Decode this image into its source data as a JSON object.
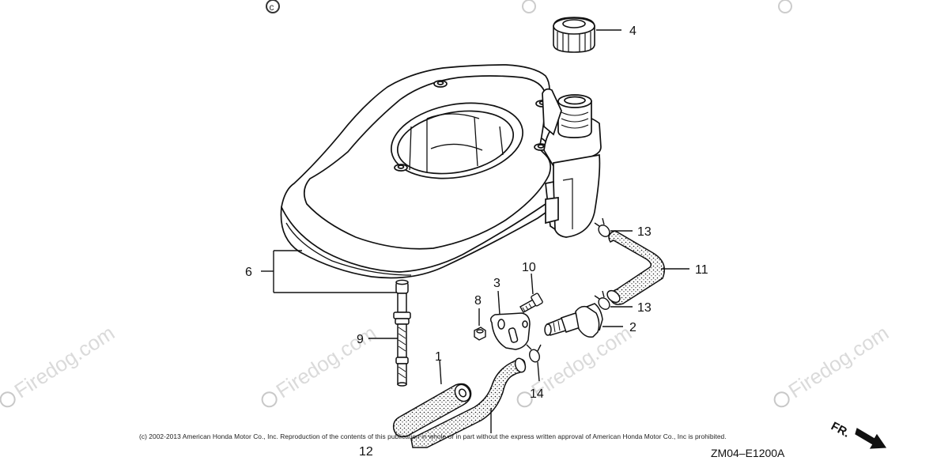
{
  "diagram": {
    "watermark": "Firedog.com",
    "copyright": "(c) 2002-2013 American Honda Motor Co., Inc. Reproduction of the contents of this publication in whole or in part without the express written approval of American Honda Motor Co., Inc is prohibited.",
    "diagram_code": "ZM04–E1200A",
    "front_marker": "FR.",
    "callouts": {
      "c1": "1",
      "c2": "2",
      "c3": "3",
      "c4": "4",
      "c6": "6",
      "c8": "8",
      "c9": "9",
      "c10": "10",
      "c11": "11",
      "c12": "12",
      "c13a": "13",
      "c13b": "13",
      "c14": "14"
    }
  }
}
